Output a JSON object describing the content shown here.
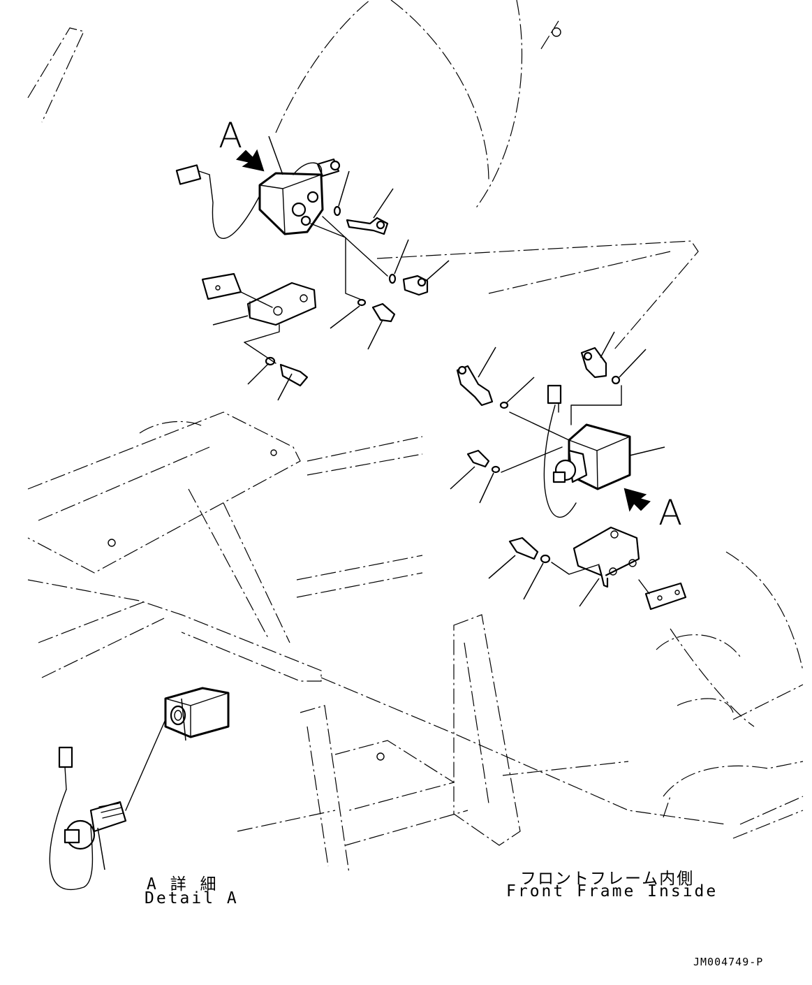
{
  "labels": {
    "view_marker_top": "A",
    "view_marker_right": "A",
    "detail_jp": "A 詳 細",
    "detail_en": "Detail A",
    "frame_jp": "フロントフレーム内側",
    "frame_en": "Front Frame Inside",
    "drawing_code": "JM004749-P"
  }
}
